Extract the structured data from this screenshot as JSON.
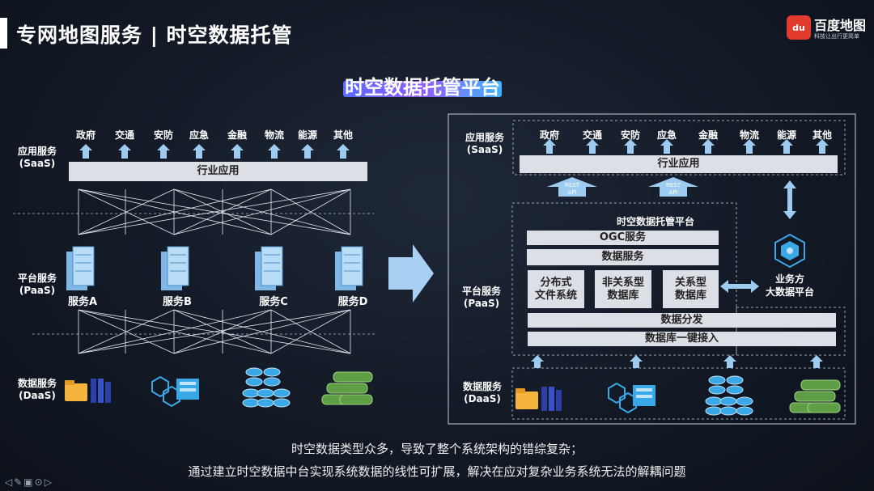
{
  "header": {
    "title": "专网地图服务 | 时空数据托管"
  },
  "logo": {
    "mark": "du",
    "name": "百度地图",
    "slogan": "科技让出行更简单"
  },
  "main_title": "时空数据托管平台",
  "left": {
    "saas_label": [
      "应用服务",
      "(SaaS)"
    ],
    "paas_label": [
      "平台服务",
      "(PaaS)"
    ],
    "daas_label": [
      "数据服务",
      "(DaaS)"
    ],
    "industries": [
      "政府",
      "交通",
      "安防",
      "应急",
      "金融",
      "物流",
      "能源",
      "其他"
    ],
    "industry_app": "行业应用",
    "services": [
      "服务A",
      "服务B",
      "服务C",
      "服务D"
    ]
  },
  "right": {
    "saas_label": [
      "应用服务",
      "(SaaS)"
    ],
    "paas_label": [
      "平台服务",
      "(PaaS)"
    ],
    "daas_label": [
      "数据服务",
      "(DaaS)"
    ],
    "industries": [
      "政府",
      "交通",
      "安防",
      "应急",
      "金融",
      "物流",
      "能源",
      "其他"
    ],
    "industry_app": "行业应用",
    "rest_api": [
      "REST",
      "API"
    ],
    "platform_title": "时空数据托管平台",
    "ogc": "OGC服务",
    "data_service": "数据服务",
    "store_dfs": [
      "分布式",
      "文件系统"
    ],
    "store_nosql": [
      "非关系型",
      "数据库"
    ],
    "store_rdb": [
      "关系型",
      "数据库"
    ],
    "partner": [
      "业务方",
      "大数据平台"
    ],
    "distribution": "数据分发",
    "one_click": "数据库一键接入"
  },
  "footer": {
    "line1": "时空数据类型众多，导致了整个系统架构的错综复杂；",
    "line2": "通过建立时空数据中台实现系统数据的线性可扩展，解决在应对复杂业务系统无法的解耦问题"
  },
  "colors": {
    "arrow": "#9ecbf0",
    "bar": "#dcdfe5",
    "accent_blue": "#3aa7e6",
    "green": "#5f9d46",
    "folder": "#f4b43e"
  }
}
